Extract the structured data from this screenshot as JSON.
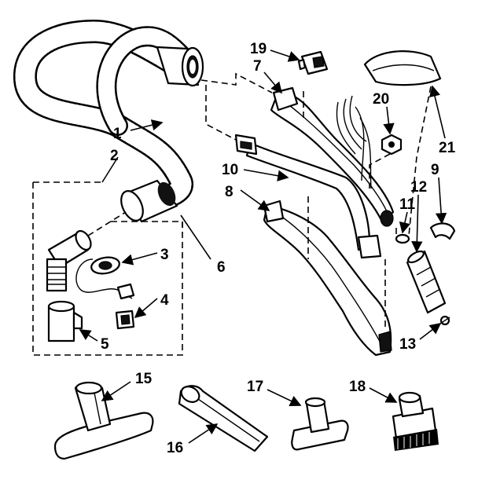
{
  "callouts": {
    "c1": "1",
    "c2": "2",
    "c3": "3",
    "c4": "4",
    "c5": "5",
    "c6": "6",
    "c7": "7",
    "c8": "8",
    "c9": "9",
    "c10": "10",
    "c11": "11",
    "c12": "12",
    "c13": "13",
    "c15": "15",
    "c16": "16",
    "c17": "17",
    "c18": "18",
    "c19": "19",
    "c20": "20",
    "c21": "21"
  }
}
